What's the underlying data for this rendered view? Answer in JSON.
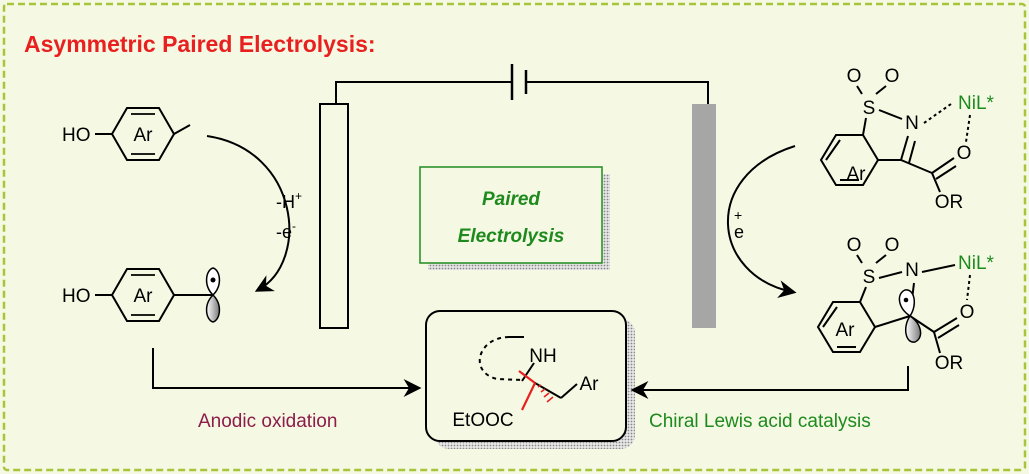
{
  "title": "Asymmetric Paired Electrolysis:",
  "center_box": {
    "line1": "Paired",
    "line2": "Electrolysis"
  },
  "left": {
    "ho_top": "HO",
    "ar_top": "Ar",
    "ho_bottom": "HO",
    "ar_bottom": "Ar",
    "step1_h": "-H",
    "step1_h_sup": "+",
    "step1_e": "-e",
    "step1_e_sup": "-"
  },
  "right": {
    "o_a1": "O",
    "o_a2": "O",
    "s_a": "S",
    "n_a": "N",
    "nil_a": "NiL*",
    "ar_a": "Ar",
    "o_a3": "O",
    "or_a": "OR",
    "step_e": "e",
    "step_e_sup": "+",
    "o_b1": "O",
    "o_b2": "O",
    "s_b": "S",
    "n_b": "N",
    "nil_b": "NiL*",
    "ar_b": "Ar",
    "o_b3": "O",
    "or_b": "OR"
  },
  "product": {
    "nh": "NH",
    "ar": "Ar",
    "ester": "EtOOC"
  },
  "labels": {
    "anodic": "Anodic oxidation",
    "lewis": "Chiral Lewis acid catalysis"
  },
  "colors": {
    "title": "#e8201f",
    "green_text": "#1e8a1e",
    "anodic_text": "#8c1c4a",
    "stereo_bond": "#e8201f",
    "border_dash": "#a6c43c",
    "cathode": "#a6a6a6"
  }
}
